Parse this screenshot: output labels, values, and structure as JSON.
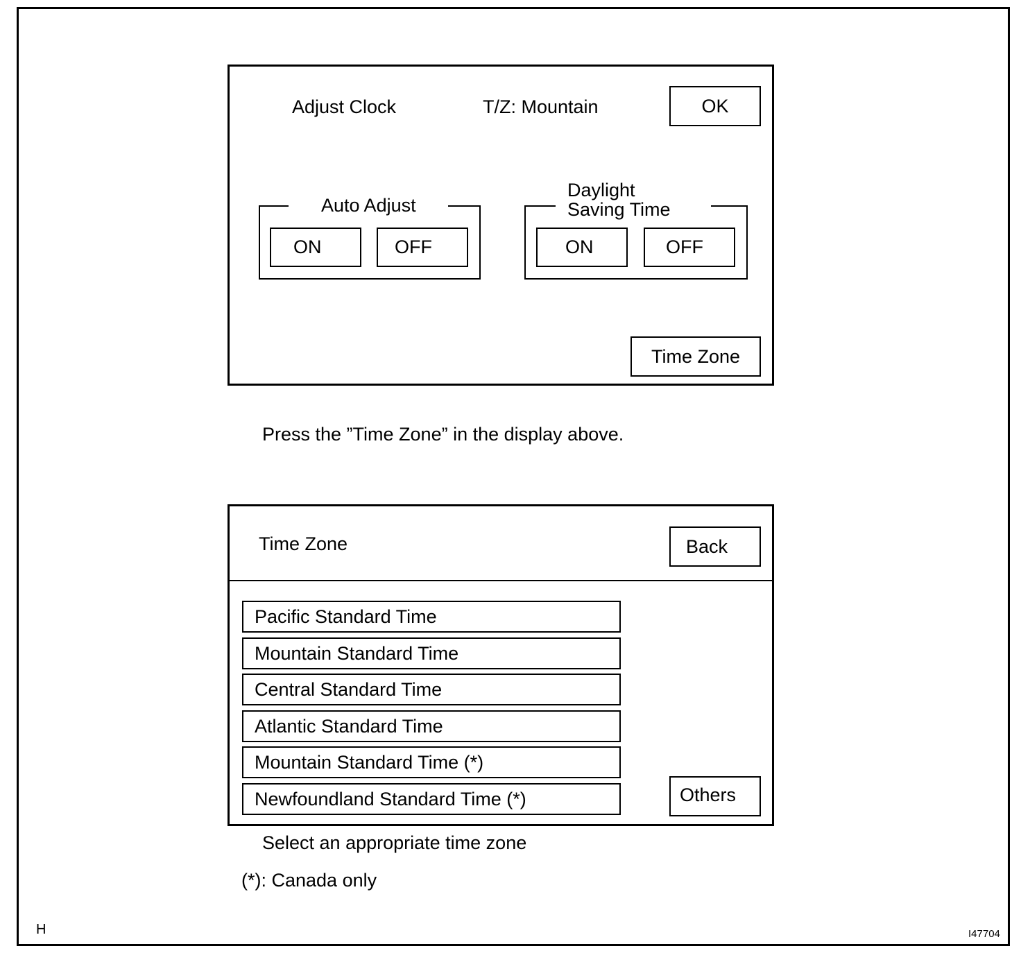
{
  "clock_screen": {
    "title": "Adjust Clock",
    "timezone_status": "T/Z: Mountain",
    "ok_label": "OK",
    "auto_adjust": {
      "label": "Auto Adjust",
      "on_label": "ON",
      "off_label": "OFF"
    },
    "daylight_saving": {
      "label_line1": "Daylight",
      "label_line2": "Saving Time",
      "on_label": "ON",
      "off_label": "OFF"
    },
    "time_zone_button": "Time Zone"
  },
  "instruction_1": "Press the ”Time Zone” in the display above.",
  "timezone_screen": {
    "title": "Time Zone",
    "back_label": "Back",
    "items": [
      "Pacific Standard Time",
      "Mountain Standard Time",
      "Central Standard Time",
      "Atlantic Standard Time",
      "Mountain Standard Time (*)",
      "Newfoundland Standard Time (*)"
    ],
    "others_label": "Others"
  },
  "instruction_2": "Select an appropriate time zone",
  "footnote": "(*): Canada only",
  "corner_letter": "H",
  "figure_id": "I47704"
}
